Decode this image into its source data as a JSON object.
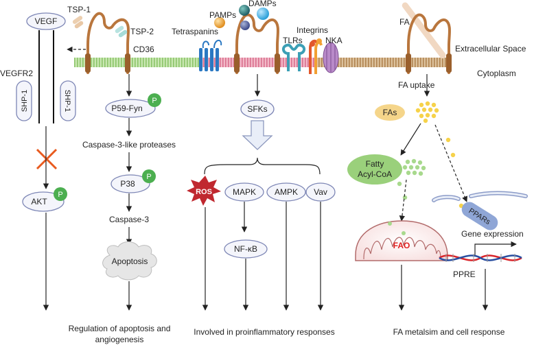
{
  "regions": {
    "extracellular": "Extracellular Space",
    "cytoplasm": "Cytoplasm"
  },
  "left": {
    "vegf": "VEGF",
    "tsp1": "TSP-1",
    "tsp2": "TSP-2",
    "cd36": "CD36",
    "vegfr2": "VEGFR2",
    "shp1_left": "SHP-1",
    "shp1_right": "SHP-1",
    "akt": "AKT",
    "p_badge": "P",
    "p59fyn": "P59-Fyn",
    "caspase3like": "Caspase-3-like proteases",
    "p38": "P38",
    "caspase3": "Caspase-3",
    "apoptosis": "Apoptosis",
    "outcome_line1": "Regulation of apoptosis and",
    "outcome_line2": "angiogenesis"
  },
  "middle": {
    "damps": "DAMPs",
    "pamps": "PAMPs",
    "tetraspanins": "Tetraspanins",
    "tlrs": "TLRs",
    "integrins": "Integrins",
    "nka": "NKA",
    "sfks": "SFKs",
    "ros": "ROS",
    "mapk": "MAPK",
    "ampk": "AMPK",
    "vav": "Vav",
    "nfkb": "NF-κB",
    "outcome": "Involved in proinflammatory responses"
  },
  "right": {
    "fa": "FA",
    "fa_uptake": "FA uptake",
    "fas": "FAs",
    "fatty_line1": "Fatty",
    "fatty_line2": "Acyl-CoA",
    "fao": "FAO",
    "pparS": "PPARs",
    "gene_expression": "Gene expression",
    "ppre": "PPRE",
    "outcome": "FA metalsim and cell response"
  },
  "colors": {
    "receptor": "#b9763d",
    "membrane_green": "#a8d58a",
    "membrane_pink": "#e38aa4",
    "membrane_brown": "#c49a65",
    "phospho": "#4caf50",
    "fatty_acid": "#f6d24a",
    "ros": "#c0282f",
    "fao_text": "#e02020"
  }
}
